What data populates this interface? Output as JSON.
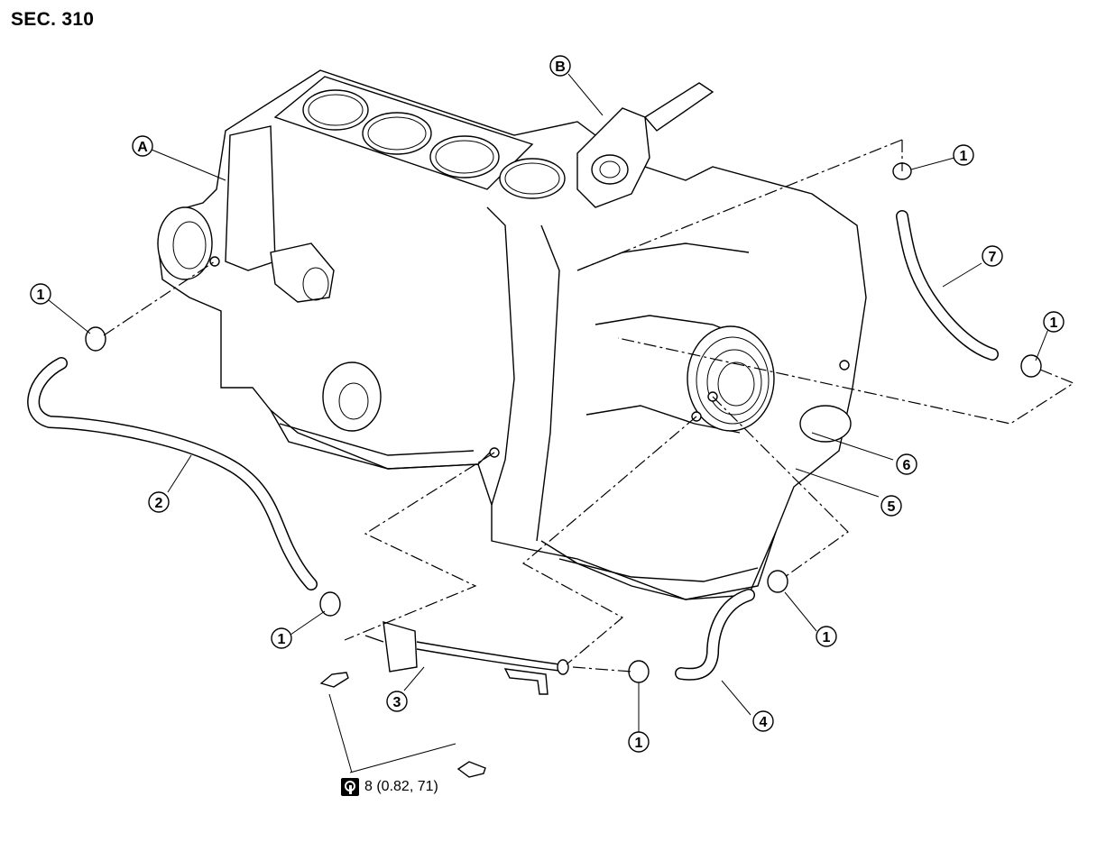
{
  "header": {
    "section": "SEC. 310"
  },
  "callouts": {
    "a": "A",
    "b": "B",
    "c1": "1",
    "c2": "2",
    "c3": "3",
    "c4": "4",
    "c5": "5",
    "c6": "6",
    "c7": "7"
  },
  "torque": {
    "icon": "torque-wrench-icon",
    "spec": "8 (0.82, 71)"
  }
}
